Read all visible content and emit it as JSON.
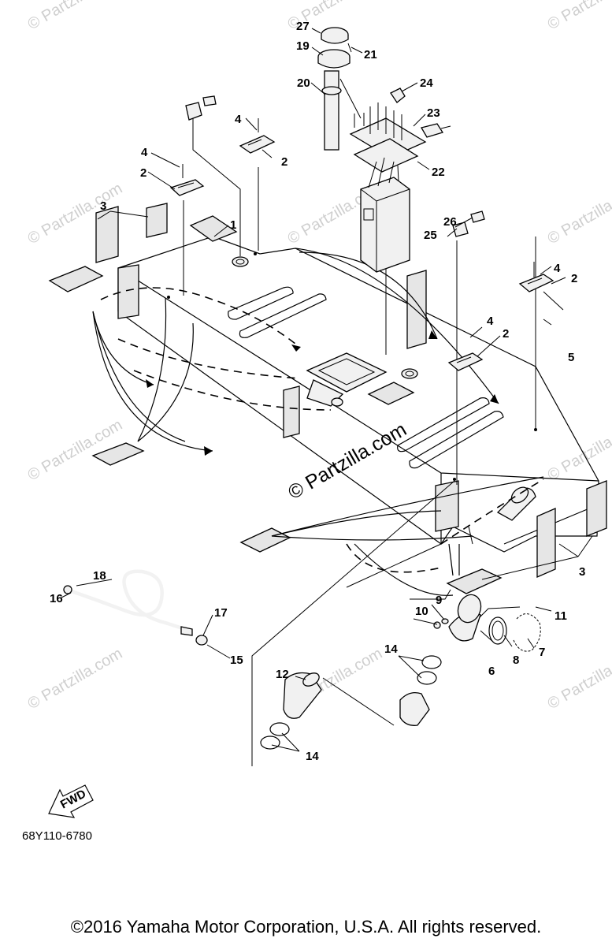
{
  "diagram": {
    "callouts": {
      "c1": "1",
      "c2a": "2",
      "c2b": "2",
      "c2c": "2",
      "c2d": "2",
      "c3a": "3",
      "c3b": "3",
      "c4a": "4",
      "c4b": "4",
      "c4c": "4",
      "c4d": "4",
      "c5": "5",
      "c6": "6",
      "c7": "7",
      "c8": "8",
      "c9": "9",
      "c10": "10",
      "c11": "11",
      "c12": "12",
      "c14a": "14",
      "c14b": "14",
      "c15": "15",
      "c16": "16",
      "c17": "17",
      "c18": "18",
      "c19": "19",
      "c20": "20",
      "c21": "21",
      "c22": "22",
      "c23": "23",
      "c24": "24",
      "c25": "25",
      "c26": "26",
      "c27": "27"
    },
    "fwd_label": "FWD",
    "part_code": "68Y110-6780",
    "watermark_main": "© Partzilla.com",
    "watermark_repeat": "© Partzilla.com"
  },
  "footer": {
    "copyright": "©2016 Yamaha Motor Corporation, U.S.A. All rights reserved."
  }
}
